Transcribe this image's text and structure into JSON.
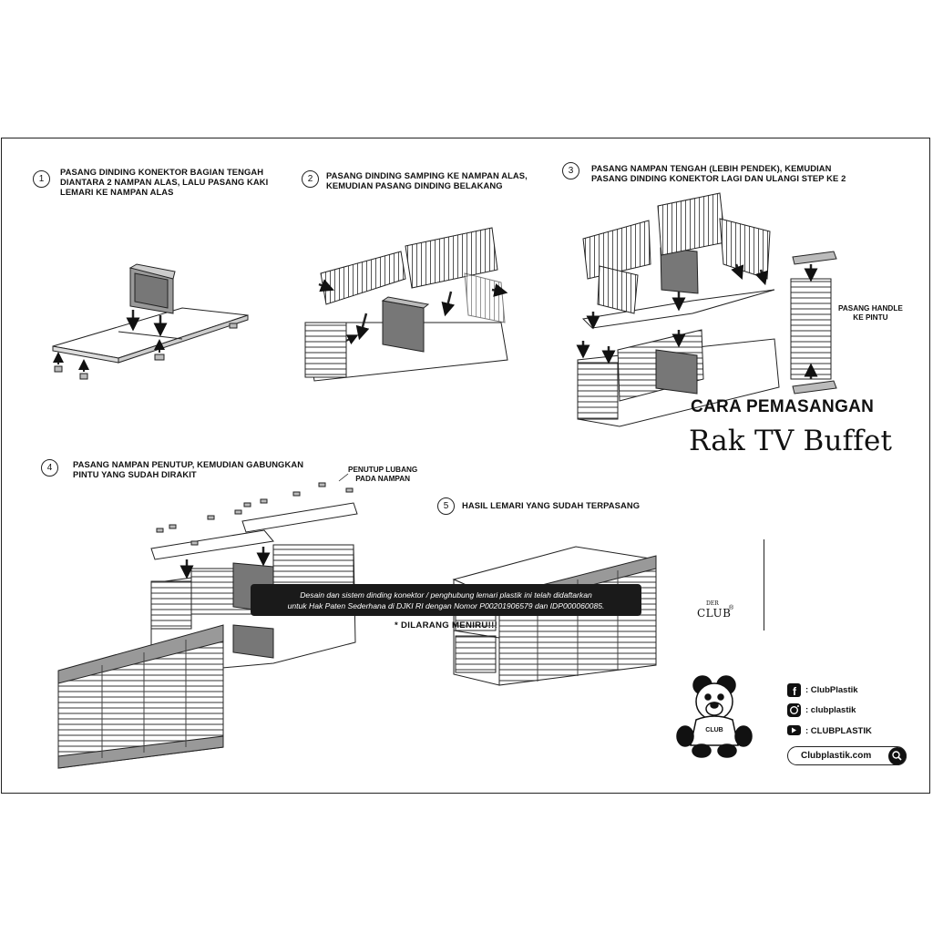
{
  "steps": [
    {
      "number": "1",
      "lines": [
        "PASANG DINDING KONEKTOR BAGIAN TENGAH",
        "DIANTARA 2 NAMPAN ALAS, LALU PASANG KAKI",
        "LEMARI KE NAMPAN ALAS"
      ]
    },
    {
      "number": "2",
      "lines": [
        "PASANG DINDING SAMPING KE NAMPAN ALAS,",
        "KEMUDIAN PASANG DINDING BELAKANG"
      ]
    },
    {
      "number": "3",
      "lines": [
        "PASANG NAMPAN TENGAH (LEBIH PENDEK), KEMUDIAN",
        "PASANG DINDING KONEKTOR LAGI DAN ULANGI STEP KE 2"
      ]
    },
    {
      "number": "4",
      "lines": [
        "PASANG NAMPAN PENUTUP, KEMUDIAN GABUNGKAN",
        "PINTU YANG SUDAH DIRAKIT"
      ]
    },
    {
      "number": "5",
      "lines": [
        "HASIL LEMARI YANG SUDAH TERPASANG"
      ]
    }
  ],
  "notes": {
    "handle": [
      "PASANG HANDLE",
      "KE PINTU"
    ],
    "cap": [
      "PENUTUP LUBANG",
      "PADA NAMPAN"
    ]
  },
  "title": {
    "line1": "CARA PEMASANGAN",
    "line2": "Rak TV Buffet"
  },
  "patent": {
    "line1": "Desain dan sistem dinding konektor / penghubung lemari plastik ini telah didaftarkan",
    "line2": "untuk Hak Paten Sederhana di DJKI RI dengan Nomor P00201906579 dan IDP000060085."
  },
  "warning": "* DILARANG MENIRU!!!",
  "brand": {
    "der": "DER",
    "club": "CLUB",
    "reg": "®",
    "shirt": "CLUB"
  },
  "social": [
    {
      "icon": "facebook-icon",
      "label": ": ClubPlastik"
    },
    {
      "icon": "instagram-icon",
      "label": ": clubplastik"
    },
    {
      "icon": "youtube-icon",
      "label": ": CLUBPLASTIK"
    }
  ],
  "website": "Clubplastik.com",
  "colors": {
    "ink": "#222222",
    "panel_gray": "#888888",
    "dark_bar": "#1a1a1a"
  }
}
